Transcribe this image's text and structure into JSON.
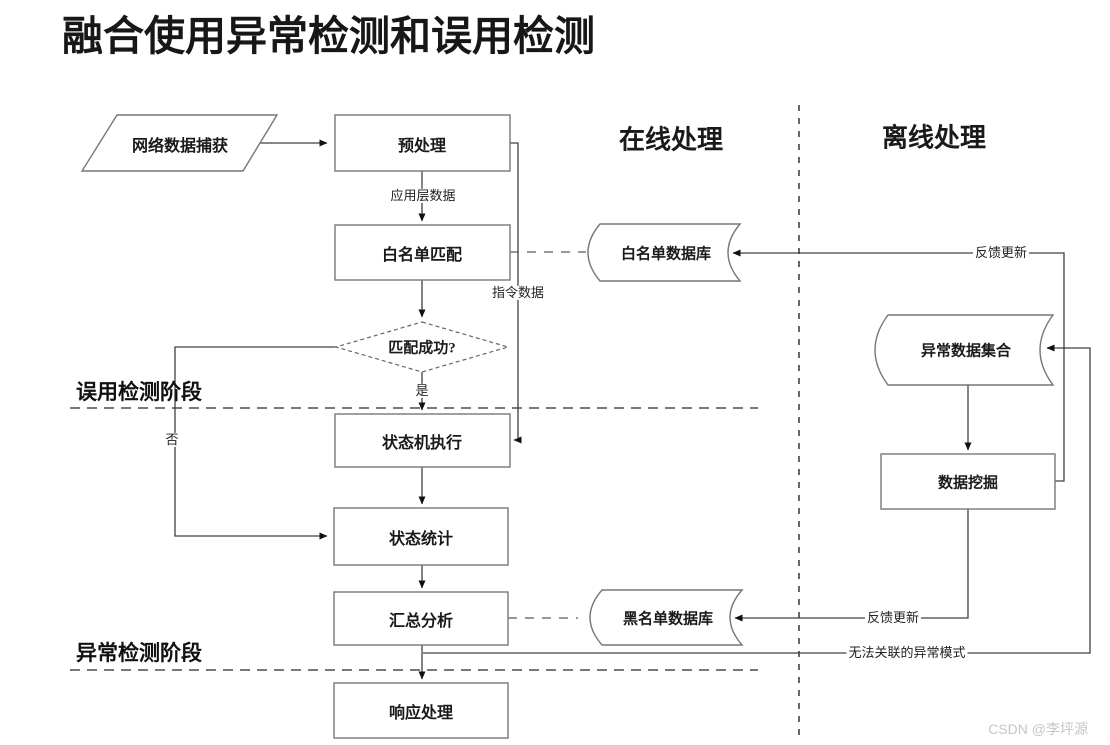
{
  "title": "融合使用异常检测和误用检测",
  "sections": {
    "online": "在线处理",
    "offline": "离线处理",
    "misuse_phase": "误用检测阶段",
    "anomaly_phase": "异常检测阶段"
  },
  "nodes": {
    "capture": "网络数据捕获",
    "preprocess": "预处理",
    "whitelist_match": "白名单匹配",
    "match_success": "匹配成功?",
    "state_machine": "状态机执行",
    "state_stats": "状态统计",
    "summary_analysis": "汇总分析",
    "response": "响应处理",
    "whitelist_db": "白名单数据库",
    "blacklist_db": "黑名单数据库",
    "anomaly_set": "异常数据集合",
    "data_mining": "数据挖掘"
  },
  "edge_labels": {
    "app_layer_data": "应用层数据",
    "instruction_data": "指令数据",
    "yes": "是",
    "no": "否",
    "feedback_update_top": "反馈更新",
    "feedback_update_bottom": "反馈更新",
    "unlinked_pattern": "无法关联的异常模式"
  },
  "watermark": "CSDN @李坪源",
  "colors": {
    "line": "#404040",
    "box": "#777777",
    "text": "#1c1c1c",
    "wm": "#c6c6c6",
    "bg": "#ffffff"
  }
}
